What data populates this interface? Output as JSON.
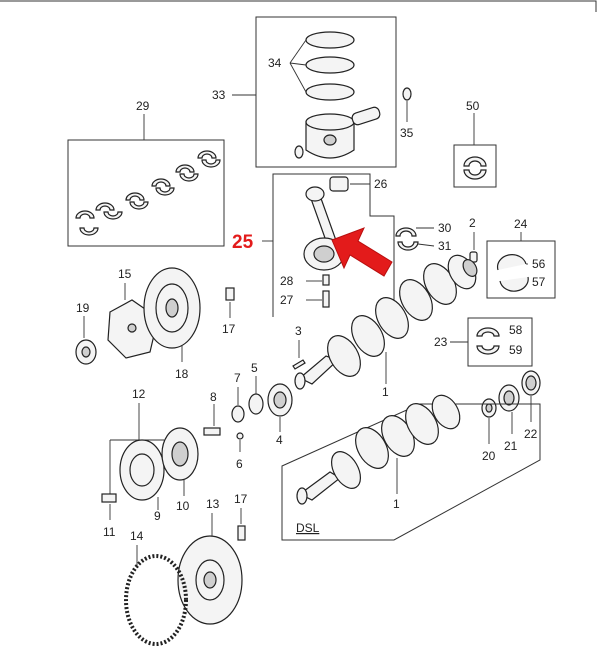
{
  "accent_color": "#e31b1b",
  "labels": {
    "p1a": "1",
    "p1b": "1",
    "p2": "2",
    "p3": "3",
    "p4": "4",
    "p5": "5",
    "p6": "6",
    "p7": "7",
    "p8": "8",
    "p9": "9",
    "p10": "10",
    "p11": "11",
    "p12": "12",
    "p13": "13",
    "p14": "14",
    "p15": "15",
    "p17a": "17",
    "p17b": "17",
    "p18": "18",
    "p19": "19",
    "p20": "20",
    "p21": "21",
    "p22": "22",
    "p23": "23",
    "p24": "24",
    "p25": "25",
    "p26": "26",
    "p27": "27",
    "p28": "28",
    "p29": "29",
    "p30": "30",
    "p31": "31",
    "p33": "33",
    "p34": "34",
    "p35": "35",
    "p50": "50",
    "p56": "56",
    "p57": "57",
    "p58": "58",
    "p59": "59",
    "dsl": "DSL"
  },
  "icons": {
    "highlight_arrow": "red-arrow-icon"
  }
}
